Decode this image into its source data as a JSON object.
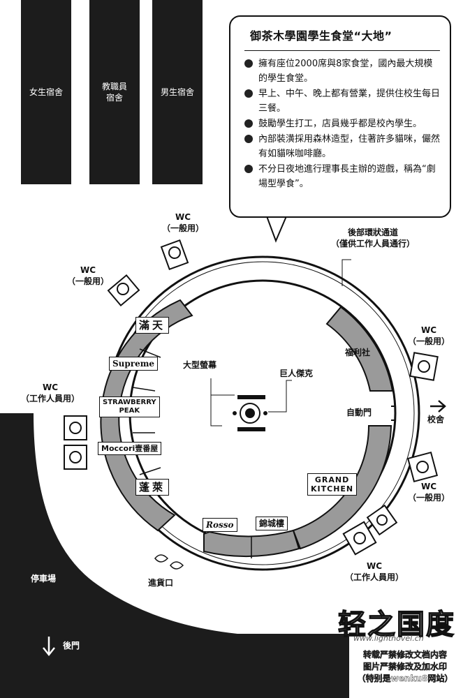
{
  "dorms": [
    {
      "label": "女生宿舍"
    },
    {
      "label": "教職員\n宿舍"
    },
    {
      "label": "男生宿舍"
    }
  ],
  "info": {
    "title": "御茶木學園學生食堂“大地”",
    "items": [
      "擁有座位2000席與8家食堂，國內最大規模的學生食堂。",
      "早上、中午、晚上都有營業，提供住校生每日三餐。",
      "鼓勵學生打工，店員幾乎都是校內學生。",
      "內部裝潢採用森林造型，住著許多貓咪，儼然有如貓咪咖啡廳。",
      "不分日夜地進行理事長主辦的遊戲，稱為“劇場型學食”。"
    ]
  },
  "labels": {
    "wc_general": "WC\n（一般用）",
    "wc_staff": "WC\n（工作人員用）",
    "back_passage": "後部環狀通道\n（僅供工作人員通行）",
    "big_screen": "大型螢幕",
    "giant_jack": "巨人傑克",
    "auto_door": "自動門",
    "to_school": "校舍",
    "parking": "停車場",
    "loading_dock": "進貨口",
    "back_gate": "後門"
  },
  "shops": {
    "mantian": "滿天",
    "supreme": "Supreme",
    "strawberry": "STRAWBERRY\nPEAK",
    "moccori": "Moccori壹番屋",
    "penglai": "蓬萊",
    "rosso": "Rosso",
    "jincheng": "錦城樓",
    "grand": "GRAND\nKITCHEN",
    "fulishe": "福利社"
  },
  "watermark": {
    "site_name": "轻之国度",
    "url": "www.lightnovel.cn",
    "notice": "转载严禁修改文档内容\n图片严禁修改及加水印\n（特别是wenku8网站）"
  }
}
